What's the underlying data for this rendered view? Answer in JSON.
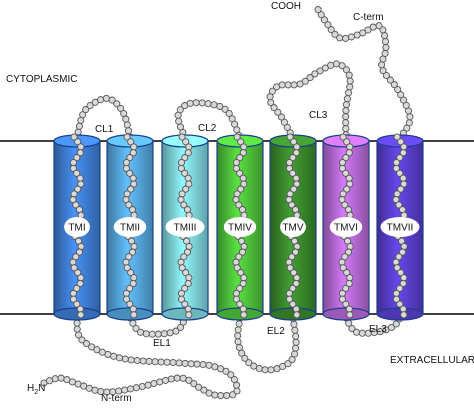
{
  "regions": {
    "cytoplasmic": "CYTOPLASMIC",
    "extracellular": "EXTRACELLULAR"
  },
  "termini": {
    "cooh": "COOH",
    "c_term": "C-term",
    "n_term": "N-term",
    "h2n_prefix": "H",
    "h2n_sub": "2",
    "h2n_suffix": "N"
  },
  "loops": {
    "cl1": "CL1",
    "cl2": "CL2",
    "cl3": "CL3",
    "el1": "EL1",
    "el2": "EL2",
    "el3": "EL3"
  },
  "helices": [
    {
      "label": "TMI",
      "color": "#3f7fd6"
    },
    {
      "label": "TMII",
      "color": "#56a8e0"
    },
    {
      "label": "TMIII",
      "color": "#7fd8dc"
    },
    {
      "label": "TMIV",
      "color": "#4fc43a"
    },
    {
      "label": "TMV",
      "color": "#3a8a2c"
    },
    {
      "label": "TMVI",
      "color": "#b86ad8"
    },
    {
      "label": "TMVII",
      "color": "#5a3fcf"
    }
  ],
  "colors": {
    "bead_fill": "#d9d9d9",
    "bead_stroke": "#555555",
    "membrane_line": "#000000"
  }
}
